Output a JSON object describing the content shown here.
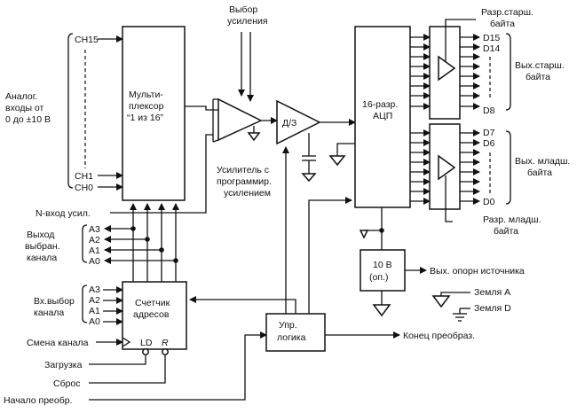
{
  "inputs": {
    "ch15": "CH15",
    "ch1": "CH1",
    "ch0": "CH0",
    "analog_line1": "Аналог.",
    "analog_line2": "входы от",
    "analog_line3": "0 до ±10 В"
  },
  "mux": {
    "line1": "Мульти-",
    "line2": "плексор",
    "line3": "“1 из 16”"
  },
  "gain_select": {
    "line1": "Выбор",
    "line2": "усиления"
  },
  "pga": {
    "line1": "Усилитель с",
    "line2": "программир.",
    "line3": "усилением"
  },
  "sh": {
    "label": "Д/З"
  },
  "adc": {
    "line1": "16-разр.",
    "line2": "АЦП"
  },
  "high_byte": {
    "enable_label": "Разр.старш.",
    "enable_label2": "байта",
    "d15": "D15",
    "d14": "D14",
    "d8": "D8",
    "out_line1": "Вых.старш.",
    "out_line2": "байта"
  },
  "low_byte": {
    "d7": "D7",
    "d6": "D6",
    "d0": "D0",
    "out_line1": "Вых. младш.",
    "out_line2": "байта",
    "enable_label": "Разр. младш.",
    "enable_label2": "байта"
  },
  "n_input": "N-вход усил.",
  "chan_out": {
    "line1": "Выход",
    "line2": "выбран.",
    "line3": "канала",
    "a3": "А3",
    "a2": "А2",
    "a1": "А1",
    "a0": "А0"
  },
  "chan_sel": {
    "line1": "Вх.выбор",
    "line2": "канала",
    "a3": "А3",
    "a2": "А2",
    "a1": "А1",
    "a0": "А0"
  },
  "counter": {
    "line1": "Счетчик",
    "line2": "адресов",
    "ld": "LD",
    "r": "R"
  },
  "controls": {
    "change": "Смена канала",
    "load": "Загрузка",
    "reset": "Сброс",
    "start": "Начало преобр."
  },
  "logic": {
    "line1": "Упр.",
    "line2": "логика"
  },
  "eoc": "Конец преобраз.",
  "ref": {
    "line1": "10 В",
    "line2": "(оп.)",
    "out": "Вых. опорн источника"
  },
  "grounds": {
    "a": "Земля А",
    "d": "Земля D"
  }
}
